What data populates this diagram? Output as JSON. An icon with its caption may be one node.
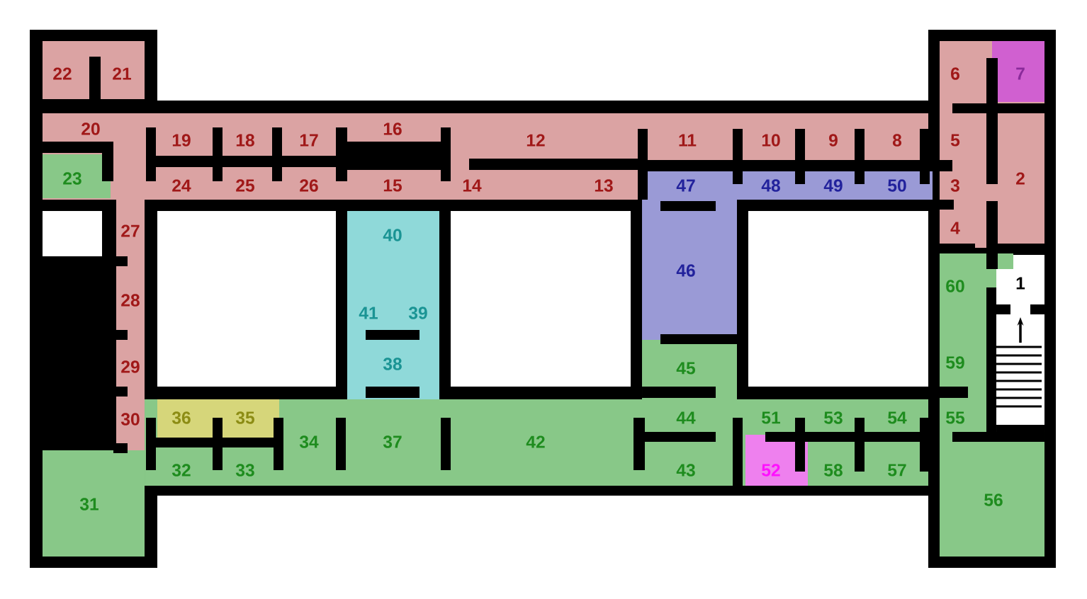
{
  "diagram": {
    "labels": [
      "22",
      "21",
      "6",
      "7",
      "20",
      "19",
      "18",
      "17",
      "16",
      "12",
      "11",
      "10",
      "9",
      "8",
      "5",
      "23",
      "24",
      "25",
      "26",
      "15",
      "14",
      "13",
      "47",
      "48",
      "49",
      "50",
      "3",
      "2",
      "27",
      "40",
      "4",
      "46",
      "60",
      "1",
      "28",
      "41",
      "39",
      "29",
      "38",
      "45",
      "59",
      "30",
      "36",
      "35",
      "44",
      "51",
      "53",
      "54",
      "55",
      "34",
      "37",
      "42",
      "32",
      "33",
      "43",
      "52",
      "58",
      "57",
      "31",
      "56"
    ]
  }
}
